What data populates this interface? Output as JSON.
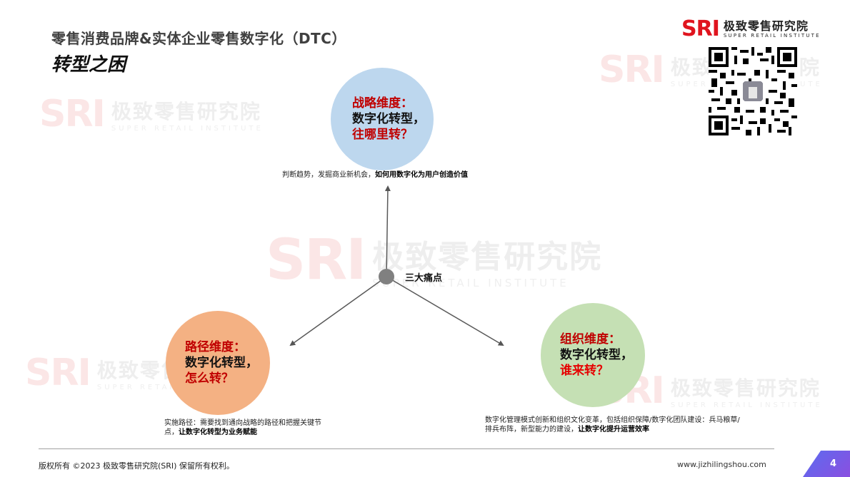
{
  "header": {
    "title_line1": "零售消费品牌&实体企业零售数字化（DTC）",
    "title_line2": "转型之困"
  },
  "logo": {
    "mark": "SRI",
    "name_cn": "极致零售研究院",
    "name_en": "SUPER RETAIL INSTITUTE",
    "brand_color": "#e0141e"
  },
  "watermark": {
    "mark": "SRI",
    "name_cn": "极致零售研究院",
    "name_en": "SUPER RETAIL INSTITUTE"
  },
  "qr_code": {
    "icon": "qr-code-icon"
  },
  "diagram": {
    "center_label": "三大痛点",
    "center_color": "#808080",
    "nodes": [
      {
        "id": "strategy",
        "line1": "战略维度：",
        "line2": "数字化转型，",
        "line3": "往哪里转？",
        "fill": "#bdd7ee",
        "desc_normal": "判断趋势，发掘商业新机会，",
        "desc_bold": "如何用数字化为用户创造价值"
      },
      {
        "id": "path",
        "line1": "路径维度：",
        "line2": "数字化转型，",
        "line3": "怎么转？",
        "fill": "#f4b183",
        "desc_normal": "实施路径：需要找到通向战略的路径和把握关键节点，",
        "desc_bold": "让数字化转型为业务赋能"
      },
      {
        "id": "organization",
        "line1": "组织维度：",
        "line2": "数字化转型，",
        "line3": "谁来转？",
        "fill": "#c5e0b4",
        "desc_normal": "数字化管理模式创新和组织文化变革，包括组织保障/数字化团队建设：兵马粮草/排兵布阵，新型能力的建设，",
        "desc_bold": "让数字化提升运营效率"
      }
    ]
  },
  "footer": {
    "copyright": "版权所有 ©2023  极致零售研究院(SRI)  保留所有权利。",
    "url": "www.jizhilingshou.com",
    "page_number": "4"
  }
}
